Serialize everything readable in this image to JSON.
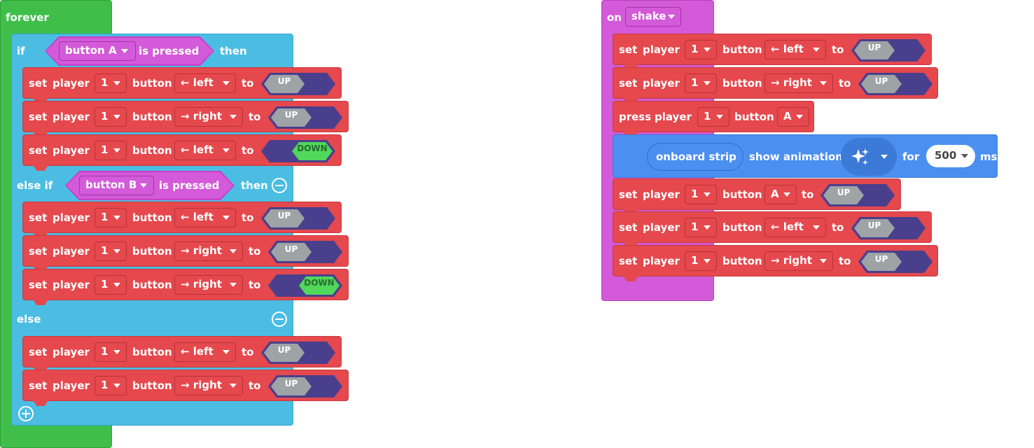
{
  "forever": {
    "label": "forever"
  },
  "if_block": {
    "if_label": "if",
    "then_label": "then",
    "else_if_label": "else if",
    "else_label": "else",
    "cond1": {
      "button": "button A",
      "suffix": "is pressed"
    },
    "cond2": {
      "button": "button B",
      "suffix": "is pressed"
    }
  },
  "words": {
    "set": "set",
    "player": "player",
    "button": "button",
    "to": "to",
    "press": "press"
  },
  "left_rows": [
    {
      "player": "1",
      "button": "← left",
      "state": "UP"
    },
    {
      "player": "1",
      "button": "→ right",
      "state": "UP"
    },
    {
      "player": "1",
      "button": "← left",
      "state": "DOWN"
    },
    {
      "player": "1",
      "button": "← left",
      "state": "UP"
    },
    {
      "player": "1",
      "button": "→ right",
      "state": "UP"
    },
    {
      "player": "1",
      "button": "→ right",
      "state": "DOWN"
    },
    {
      "player": "1",
      "button": "← left",
      "state": "UP"
    },
    {
      "player": "1",
      "button": "→ right",
      "state": "UP"
    }
  ],
  "shake": {
    "on_label": "on",
    "event": "shake",
    "row1": {
      "player": "1",
      "button": "← left",
      "state": "UP"
    },
    "row2": {
      "player": "1",
      "button": "→ right",
      "state": "UP"
    },
    "press": {
      "player": "1",
      "button": "A"
    },
    "anim": {
      "strip": "onboard strip",
      "action": "show animation",
      "icon": "sparkle-icon",
      "for_label": "for",
      "duration": "500",
      "unit": "ms"
    },
    "row3": {
      "player": "1",
      "button": "A",
      "state": "UP"
    },
    "row4": {
      "player": "1",
      "button": "← left",
      "state": "UP"
    },
    "row5": {
      "player": "1",
      "button": "→ right",
      "state": "UP"
    }
  },
  "colors": {
    "forever": "#3fbf4a",
    "logic": "#4bbde3",
    "controller": "#e5484d",
    "state_outer": "#4a3f8c",
    "state_up": "#9ea3a6",
    "state_down": "#4fd85a",
    "event": "#d35ad8",
    "light": "#4b8ff0"
  }
}
